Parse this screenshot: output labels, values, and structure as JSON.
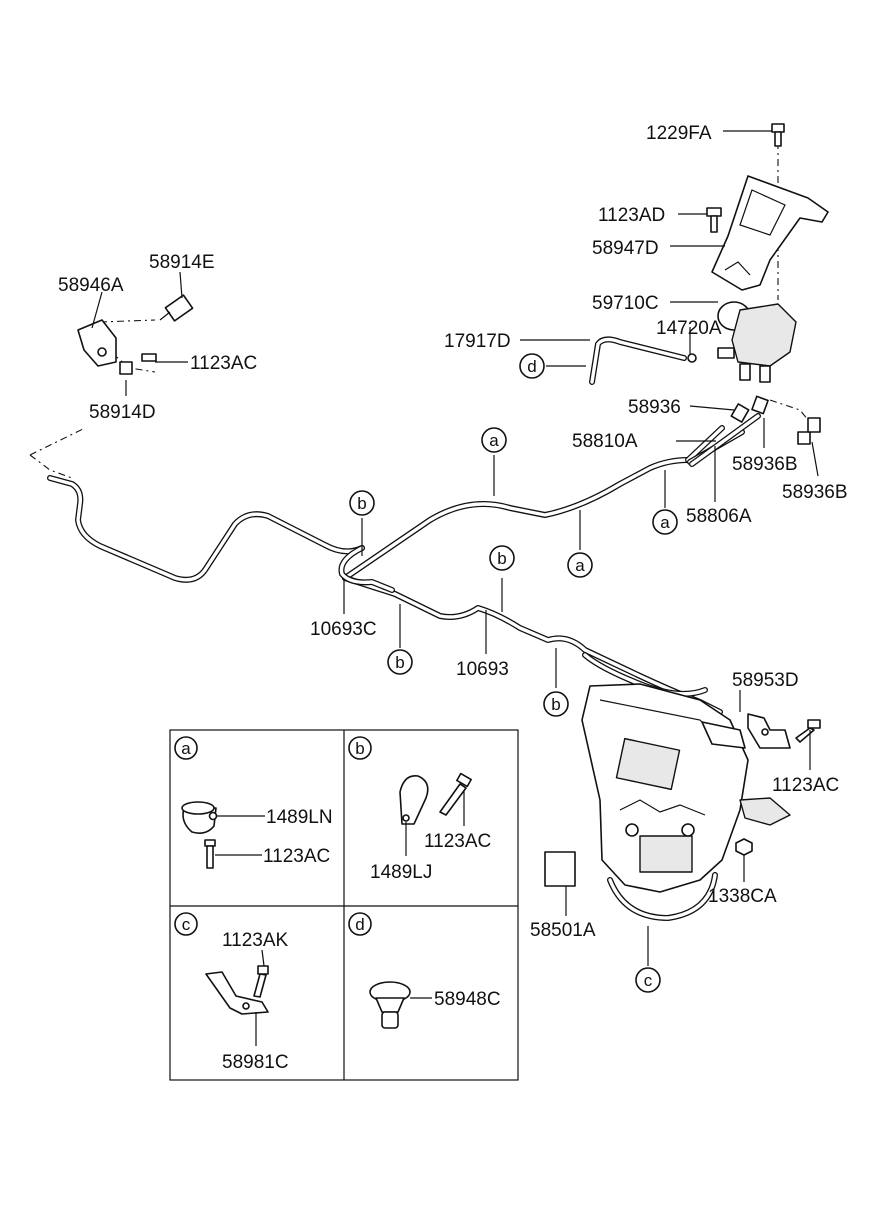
{
  "parts": {
    "p1229FA": "1229FA",
    "p1123AD": "1123AD",
    "p58947D": "58947D",
    "p59710C": "59710C",
    "p14720A": "14720A",
    "p17917D": "17917D",
    "p58946A": "58946A",
    "p58914E": "58914E",
    "p1123AC_top": "1123AC",
    "p58914D": "58914D",
    "p58936": "58936",
    "p58810A": "58810A",
    "p58936B_1": "58936B",
    "p58936B_2": "58936B",
    "p58806A": "58806A",
    "p10693C": "10693C",
    "p10693": "10693",
    "p58953D": "58953D",
    "p1123AC_right": "1123AC",
    "p1338CA": "1338CA",
    "p58501A": "58501A"
  },
  "markers": {
    "a": "a",
    "b": "b",
    "c": "c",
    "d": "d"
  },
  "detail_boxes": {
    "a": {
      "letter": "a",
      "label1": "1489LN",
      "label2": "1123AC"
    },
    "b": {
      "letter": "b",
      "label1": "1123AC",
      "label2": "1489LJ"
    },
    "c": {
      "letter": "c",
      "label1": "1123AK",
      "label2": "58981C"
    },
    "d": {
      "letter": "d",
      "label1": "58948C"
    }
  }
}
